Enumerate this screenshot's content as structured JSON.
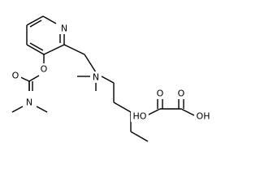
{
  "molecule": {
    "atoms": {
      "n_pyridine": "N",
      "o_ester": "O",
      "o_carbonyl": "O",
      "n_carbamate": "N",
      "n_amine": "N",
      "ho_left": "HO",
      "o_oxalic_top_left": "O",
      "o_oxalic_top_right": "O",
      "oh_right": "OH"
    }
  }
}
